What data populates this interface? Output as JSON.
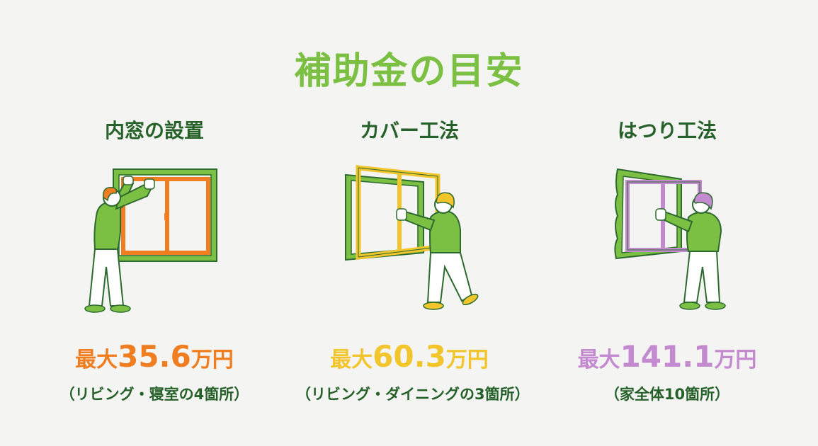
{
  "title": "補助金の目安",
  "colors": {
    "title": "#7cc043",
    "heading": "#27612a",
    "green_fill": "#7cc043",
    "outline": "#2d6a2f",
    "orange": "#f07d1f",
    "yellow": "#f2c52c",
    "purple": "#c48ad0"
  },
  "methods": [
    {
      "heading": "内窓の設置",
      "illustration": "person-installing-inner-window",
      "amount_prefix": "最大",
      "amount_value": "35.6",
      "amount_suffix": "万円",
      "amount_color": "#f07d1f",
      "note": "（リビング・寝室の4箇所）"
    },
    {
      "heading": "カバー工法",
      "illustration": "person-fitting-cover-window",
      "amount_prefix": "最大",
      "amount_value": "60.3",
      "amount_suffix": "万円",
      "amount_color": "#f2c52c",
      "note": "（リビング・ダイニングの3箇所）"
    },
    {
      "heading": "はつり工法",
      "illustration": "person-replacing-window-chipped-wall",
      "amount_prefix": "最大",
      "amount_value": "141.1",
      "amount_suffix": "万円",
      "amount_color": "#c48ad0",
      "note": "（家全体10箇所）"
    }
  ]
}
